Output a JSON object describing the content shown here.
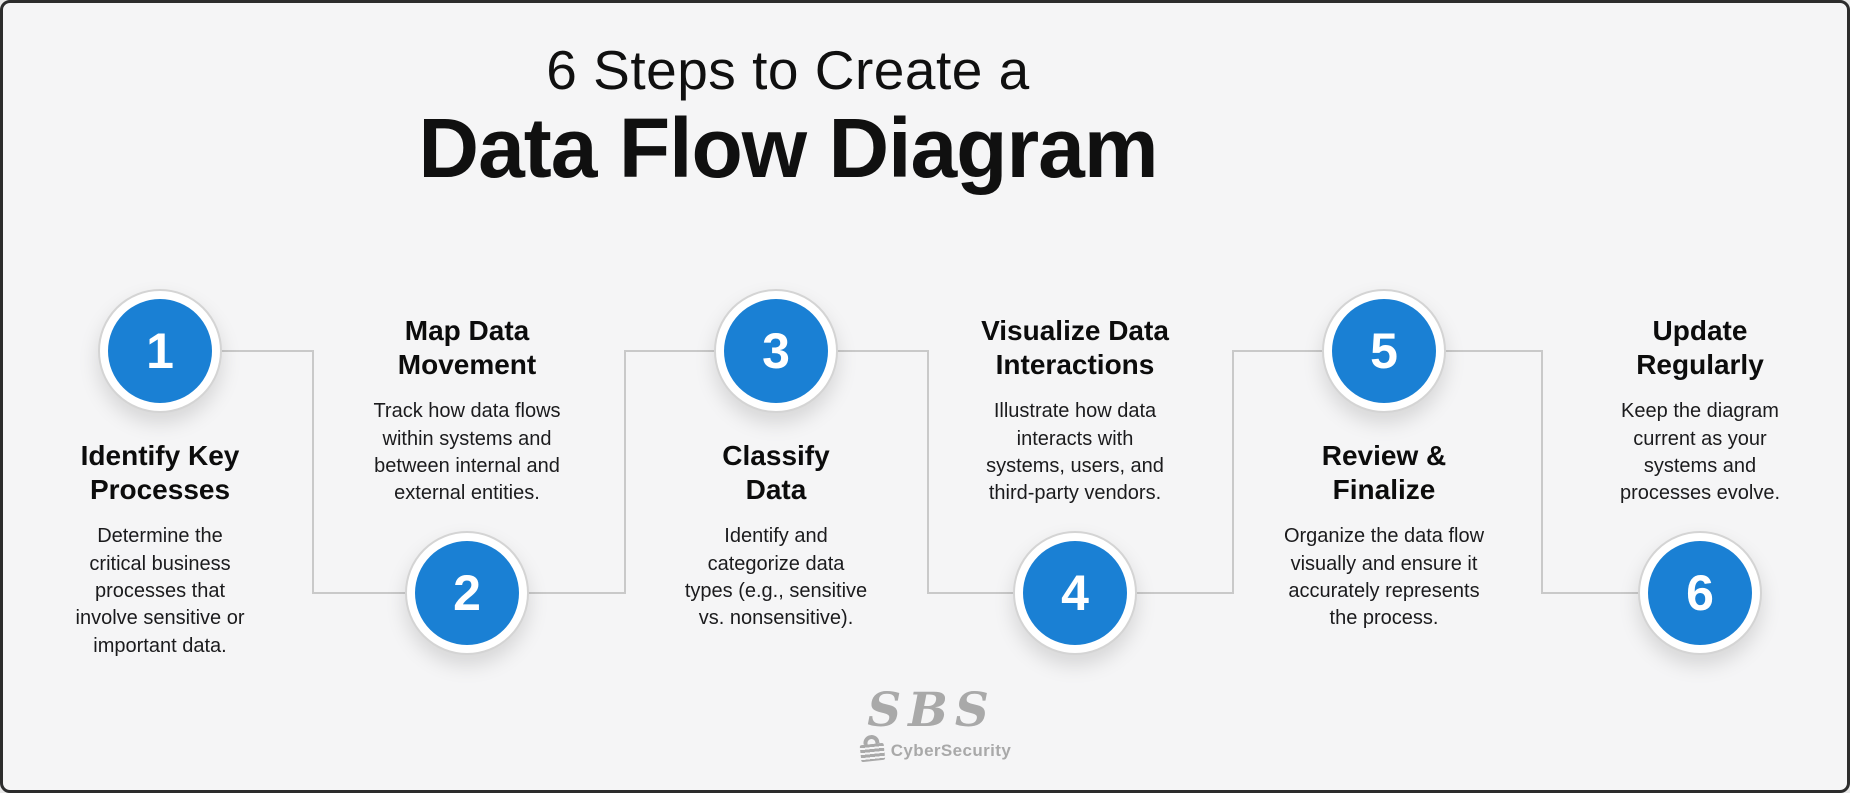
{
  "title": {
    "line1": "6 Steps to Create a",
    "line2": "Data Flow Diagram"
  },
  "steps": [
    {
      "number": "1",
      "heading": "Identify Key\nProcesses",
      "body": "Determine the\ncritical business\nprocesses that\ninvolve sensitive or\nimportant data."
    },
    {
      "number": "2",
      "heading": "Map Data\nMovement",
      "body": "Track how data flows\nwithin systems and\nbetween internal and\nexternal entities."
    },
    {
      "number": "3",
      "heading": "Classify\nData",
      "body": "Identify and\ncategorize data\ntypes (e.g., sensitive\nvs. nonsensitive)."
    },
    {
      "number": "4",
      "heading": "Visualize Data\nInteractions",
      "body": "Illustrate how data\ninteracts with\nsystems, users, and\nthird-party vendors."
    },
    {
      "number": "5",
      "heading": "Review &\nFinalize",
      "body": "Organize the data flow\nvisually and ensure it\naccurately represents\nthe process."
    },
    {
      "number": "6",
      "heading": "Update\nRegularly",
      "body": "Keep the diagram\ncurrent as your\nsystems and\nprocesses evolve."
    }
  ],
  "logo": {
    "brand": "SBS",
    "sub": "CyberSecurity"
  },
  "colors": {
    "accent_blue": "#1a80d4",
    "background": "#f5f5f6",
    "connector_gray": "#c9c9c9",
    "logo_gray": "#a9a9a9"
  }
}
